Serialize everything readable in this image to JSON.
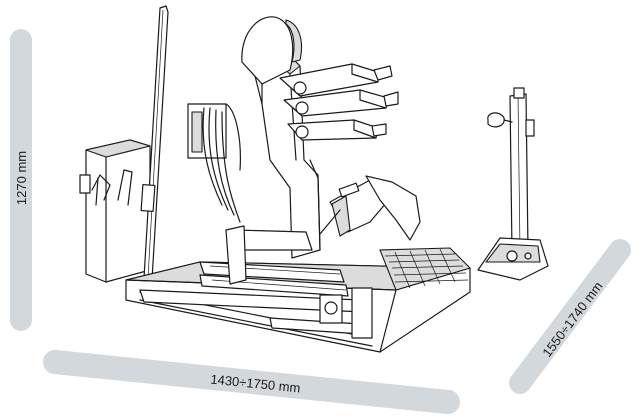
{
  "dimensions": {
    "height_label": "1270 mm",
    "width_label": "1430÷1750 mm",
    "depth_label": "1550÷1740 mm"
  },
  "colors": {
    "dimension_bar": "#d3d8dc",
    "line": "#1a1a1a",
    "fill": "#ffffff",
    "shade": "#dcdcdc"
  }
}
